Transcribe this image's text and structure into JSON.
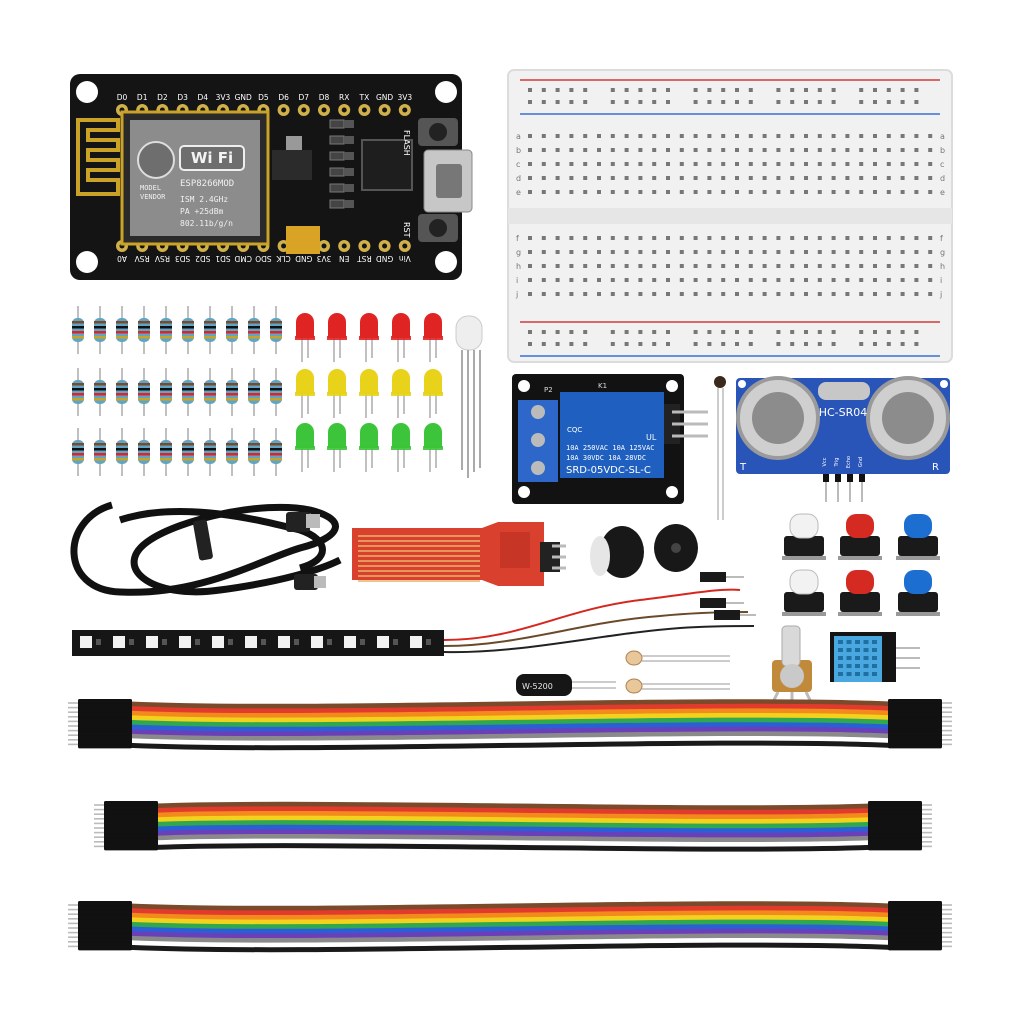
{
  "nodemcu": {
    "pins_top": [
      "D0",
      "D1",
      "D2",
      "D3",
      "D4",
      "3V3",
      "GND",
      "D5",
      "D6",
      "D7",
      "D8",
      "RX",
      "TX",
      "GND",
      "3V3"
    ],
    "pins_bottom": [
      "A0",
      "RSV",
      "RSV",
      "SD3",
      "SD2",
      "SD1",
      "CMD",
      "SDO",
      "CLK",
      "GND",
      "3V3",
      "EN",
      "RST",
      "GND",
      "Vin"
    ],
    "module_chip": "ESP8266MOD",
    "module_brand": "Wi Fi",
    "module_vendor_line1": "MODEL",
    "module_vendor_line2": "VENDOR",
    "module_spec_ism": "ISM 2.4GHz",
    "module_spec_pa": "PA +25dBm",
    "module_spec_std": "802.11b/g/n",
    "flash_label": "FLASH",
    "rst_label": "RST"
  },
  "relay": {
    "line1": "10A 250VAC  10A 125VAC",
    "line2": "10A  30VDC  10A  28VDC",
    "model": "SRD-05VDC-SL-C",
    "cert": "CQC",
    "ul": "UL",
    "label_p2": "P2",
    "label_k1": "K1"
  },
  "ultrasonic": {
    "model": "HC-SR04",
    "pins": [
      "Vcc",
      "Trig",
      "Echo",
      "Gnd"
    ],
    "left": "T",
    "right": "R"
  },
  "capacitor": {
    "label": "W-5200"
  },
  "breadboard": {
    "row_letters_top": [
      "a",
      "b",
      "c",
      "d",
      "e"
    ],
    "row_letters_bottom": [
      "f",
      "g",
      "h",
      "i",
      "j"
    ]
  },
  "colors": {
    "pcb_black": "#111111",
    "relay_blue": "#1f5fbf",
    "sensor_blue": "#2a55b8",
    "water_red": "#d9402e",
    "led_red": "#e02424",
    "led_yellow": "#e8d21a",
    "led_green": "#3cc43a",
    "button_red": "#d42a22",
    "button_blue": "#1c6fd0",
    "dht_blue": "#49a8e0",
    "breadboard_white": "#f1f1f1",
    "rail_red": "#d13b3b",
    "rail_blue": "#3b6fd1"
  },
  "ribbon_colors": [
    "#7a4a2a",
    "#e23b2e",
    "#f28a1c",
    "#f2d21c",
    "#2fa84f",
    "#2a5fd6",
    "#6b3fb8",
    "#8a8a8a",
    "#ffffff",
    "#1a1a1a"
  ],
  "icons": {
    "usb_cable": "usb-cable-icon",
    "potentiometer": "potentiometer-icon",
    "buzzer": "buzzer-icon"
  }
}
